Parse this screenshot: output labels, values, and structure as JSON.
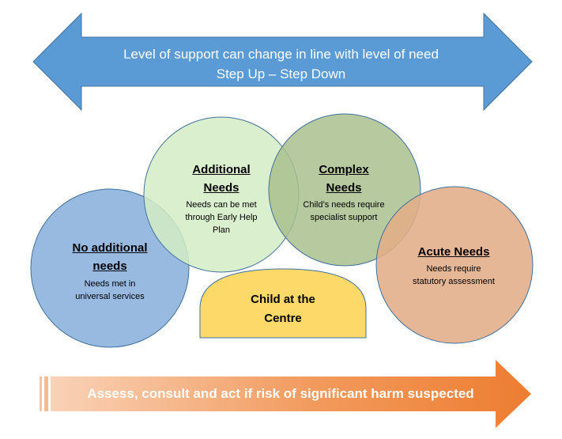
{
  "top_arrow": {
    "line1": "Level of support can change in line with level of need",
    "line2": "Step Up – Step Down",
    "fill_color": "#5b9bd5"
  },
  "circles": {
    "no_additional": {
      "title_line1": "No additional",
      "title_line2": "needs",
      "desc_line1": "Needs met in",
      "desc_line2": "universal services",
      "fill_color": "#8db3de"
    },
    "additional": {
      "title_line1": "Additional",
      "title_line2": "Needs",
      "desc_line1": "Needs can be met",
      "desc_line2": "through Early Help",
      "desc_line3": "Plan",
      "fill_color": "#d3ecc4"
    },
    "complex": {
      "title_line1": "Complex",
      "title_line2": "Needs",
      "desc_line1": "Child’s needs require",
      "desc_line2": "specialist support",
      "fill_color": "#a9c08e"
    },
    "acute": {
      "title": "Acute Needs",
      "desc_line1": "Needs require",
      "desc_line2": "statutory assessment",
      "fill_color": "#e3ad87"
    }
  },
  "centre": {
    "line1": "Child at the",
    "line2": "Centre",
    "fill_color": "#fdd96a"
  },
  "bottom_arrow": {
    "text": "Assess, consult and act if risk of significant harm suspected",
    "color_start": "#f8c9a8",
    "color_end": "#ed7d31"
  }
}
